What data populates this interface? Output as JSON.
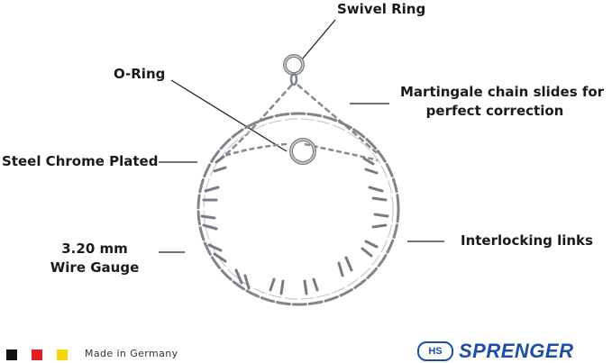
{
  "labels": {
    "swivel_ring": "Swivel Ring",
    "o_ring": "O-Ring",
    "martingale_line1": "Martingale chain slides for",
    "martingale_line2": "perfect correction",
    "steel": "Steel Chrome Plated",
    "interlocking": "Interlocking links",
    "wire_line1": "3.20 mm",
    "wire_line2": "Wire Gauge"
  },
  "footer": {
    "flag_colors": [
      "#111111",
      "#e02020",
      "#f5d800"
    ],
    "made_in": "Made in Germany",
    "brand_badge": "HS",
    "brand_name": "SPRENGER"
  },
  "colors": {
    "chain": "#8a8f95",
    "chain_dark": "#4d5157",
    "leader": "#222222",
    "brand": "#1e4fa3"
  }
}
